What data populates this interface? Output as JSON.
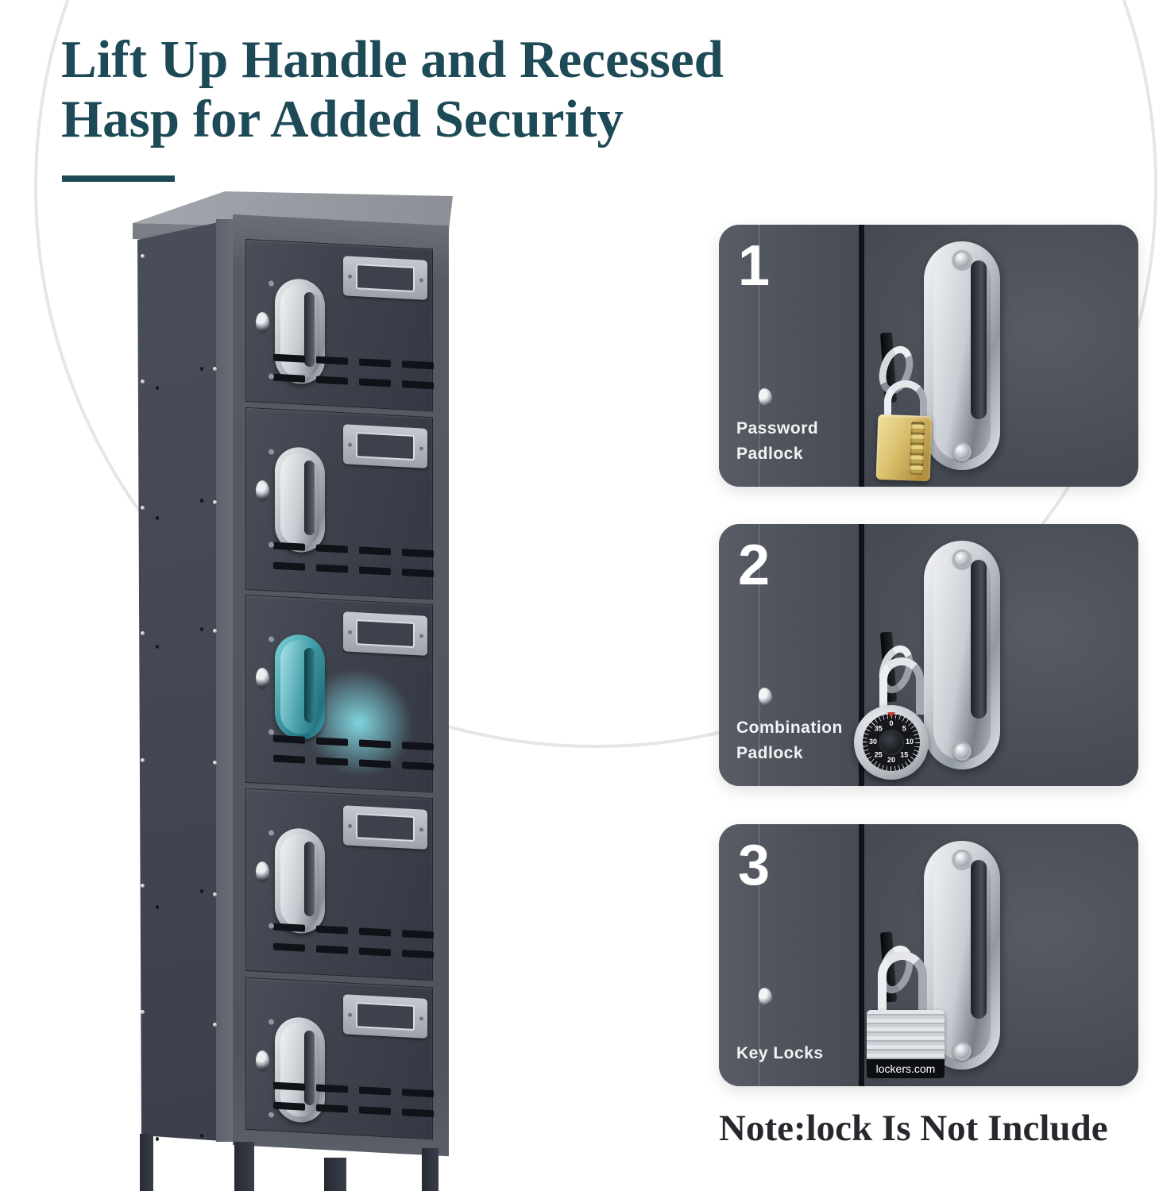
{
  "title": {
    "line1": "Lift Up Handle and Recessed",
    "line2": "Hasp for Added Security"
  },
  "note": "Note:lock Is Not Include",
  "locker": {
    "door_count": 5,
    "highlighted_door": 3
  },
  "panels": [
    {
      "number": "1",
      "caption": [
        "Password",
        "Padlock"
      ],
      "lock": "password-padlock"
    },
    {
      "number": "2",
      "caption": [
        "Combination",
        "Padlock"
      ],
      "lock": "combination-padlock",
      "dial_numbers": [
        "0",
        "5",
        "10",
        "15",
        "20",
        "25",
        "30",
        "35"
      ]
    },
    {
      "number": "3",
      "caption": [
        "Key Locks"
      ],
      "lock": "key-padlock",
      "lock_brand": "lockers.com"
    }
  ],
  "colors": {
    "title_teal": "#1d4a56",
    "highlight_handle": "#3f9aa4",
    "highlight_glow": "#8cf0fa",
    "note_text": "#26282e",
    "arc_gray": "#e6e6e6"
  }
}
